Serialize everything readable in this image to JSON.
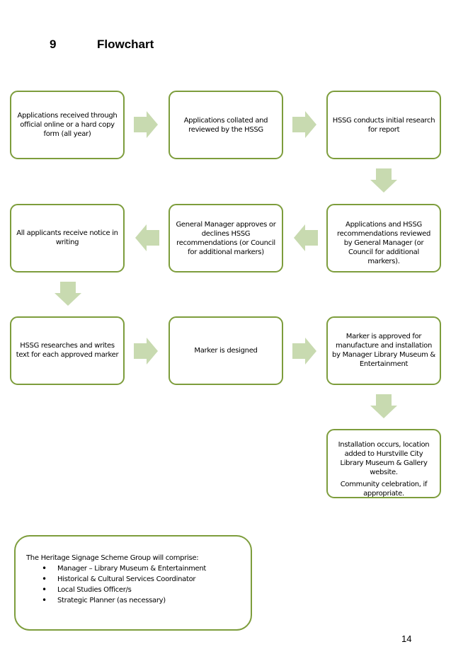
{
  "section": {
    "number": "9",
    "title": "Flowchart"
  },
  "colors": {
    "box_border": "#7d9d3c",
    "arrow_fill": "#c8dab0"
  },
  "flow": {
    "steps": [
      {
        "id": 1,
        "lines": [
          "Applications received through official online or a hard copy form (all year)"
        ]
      },
      {
        "id": 2,
        "lines": [
          "Applications collated and reviewed by the HSSG"
        ]
      },
      {
        "id": 3,
        "lines": [
          "HSSG conducts initial research for report"
        ]
      },
      {
        "id": 4,
        "lines": [
          "Applications and HSSG recommendations reviewed by General Manager (or Council for additional markers)."
        ]
      },
      {
        "id": 5,
        "lines": [
          "General Manager approves or declines HSSG recommendations (or Council for additional markers)"
        ]
      },
      {
        "id": 6,
        "lines": [
          "All applicants receive notice in writing"
        ]
      },
      {
        "id": 7,
        "lines": [
          "HSSG researches and writes text for each approved marker"
        ]
      },
      {
        "id": 8,
        "lines": [
          "Marker is designed"
        ]
      },
      {
        "id": 9,
        "lines": [
          "Marker is approved for manufacture and installation by Manager Library Museum & Entertainment"
        ]
      },
      {
        "id": 10,
        "lines": [
          "Installation occurs, location added to Hurstville City Library Museum & Gallery website.",
          "Community celebration, if appropriate."
        ]
      }
    ],
    "arrows": [
      {
        "from": 1,
        "to": 2,
        "direction": "right"
      },
      {
        "from": 2,
        "to": 3,
        "direction": "right"
      },
      {
        "from": 3,
        "to": 4,
        "direction": "down"
      },
      {
        "from": 4,
        "to": 5,
        "direction": "left"
      },
      {
        "from": 5,
        "to": 6,
        "direction": "left"
      },
      {
        "from": 6,
        "to": 7,
        "direction": "down"
      },
      {
        "from": 7,
        "to": 8,
        "direction": "right"
      },
      {
        "from": 8,
        "to": 9,
        "direction": "right"
      },
      {
        "from": 9,
        "to": 10,
        "direction": "down"
      }
    ]
  },
  "notes": {
    "intro": "The Heritage Signage Scheme Group will comprise:",
    "items": [
      "Manager – Library Museum & Entertainment",
      "Historical & Cultural Services Coordinator",
      "Local Studies Officer/s",
      "Strategic Planner (as necessary)"
    ]
  },
  "page_number": "14"
}
